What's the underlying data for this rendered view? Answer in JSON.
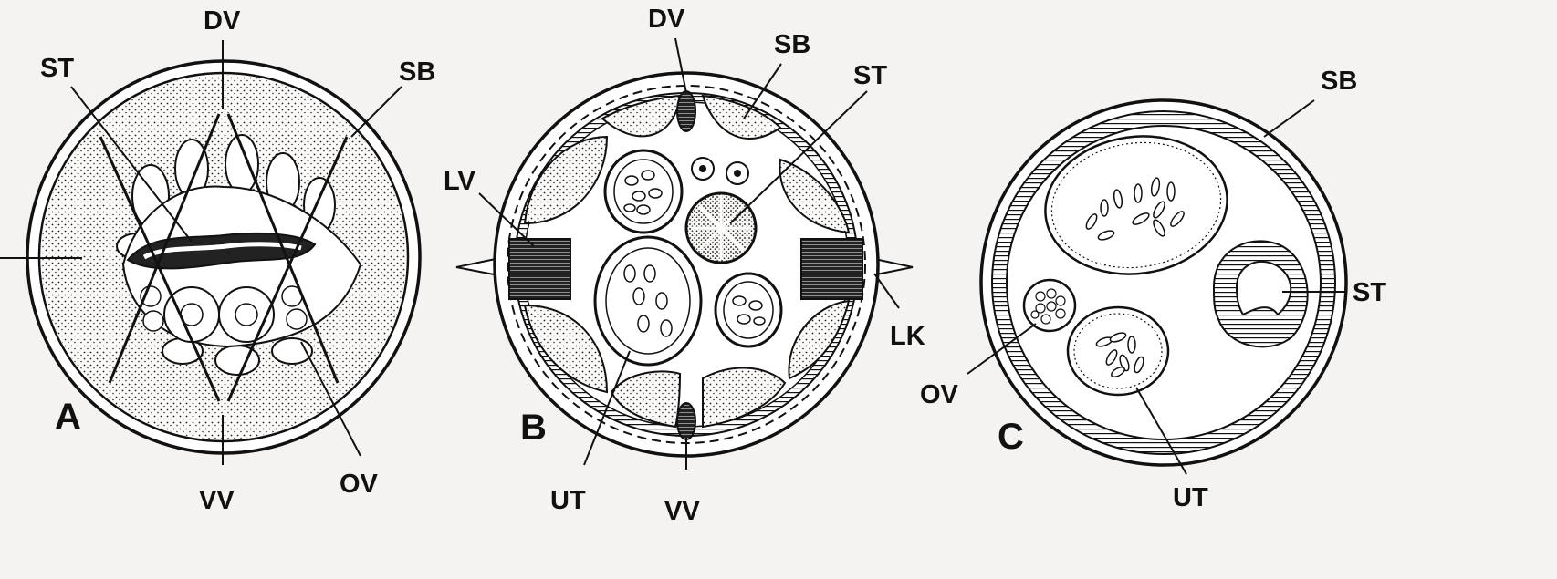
{
  "figure": {
    "background": "#f4f3f1",
    "ink": "#111111",
    "panels": [
      {
        "id": "A",
        "label": "A",
        "parts": [
          "DV",
          "ST",
          "SB",
          "VV",
          "OV"
        ]
      },
      {
        "id": "B",
        "label": "B",
        "parts": [
          "DV",
          "SB",
          "ST",
          "LV",
          "LK",
          "UT",
          "VV"
        ]
      },
      {
        "id": "C",
        "label": "C",
        "parts": [
          "SB",
          "ST",
          "OV",
          "UT"
        ]
      }
    ]
  }
}
